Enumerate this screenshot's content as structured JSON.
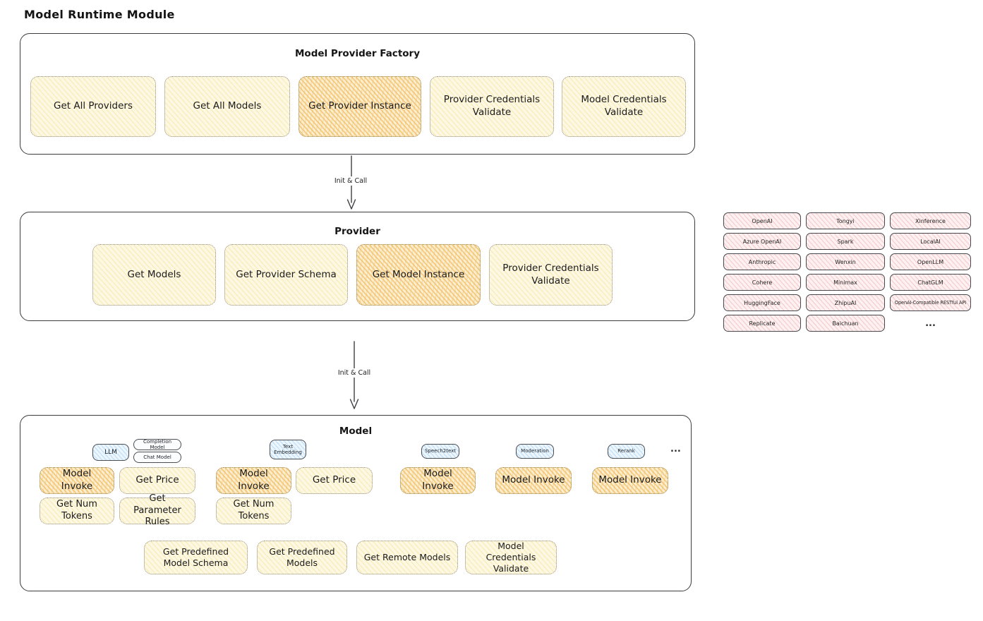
{
  "diagram_title": "Model Runtime Module",
  "colors": {
    "node_yellow": "#fdf8e4",
    "node_orange_highlight": "#f5cf8e",
    "provider_pink": "#fdf1f1",
    "tag_blue": "#eef6fd",
    "stroke": "#3a3c40"
  },
  "arrows": {
    "label1": "Init & Call",
    "label2": "Init & Call"
  },
  "factory": {
    "title": "Model Provider Factory",
    "buttons": [
      {
        "label": "Get All Providers",
        "highlighted": false
      },
      {
        "label": "Get All Models",
        "highlighted": false
      },
      {
        "label": "Get Provider Instance",
        "highlighted": true
      },
      {
        "label": "Provider Credentials Validate",
        "highlighted": false
      },
      {
        "label": "Model Credentials Validate",
        "highlighted": false
      }
    ]
  },
  "provider": {
    "title": "Provider",
    "buttons": [
      {
        "label": "Get Models",
        "highlighted": false
      },
      {
        "label": "Get Provider Schema",
        "highlighted": false
      },
      {
        "label": "Get Model Instance",
        "highlighted": true
      },
      {
        "label": "Provider Credentials Validate",
        "highlighted": false
      }
    ]
  },
  "providers_grid": {
    "col1": [
      "OpenAI",
      "Azure OpenAI",
      "Anthropic",
      "Cohere",
      "HuggingFace",
      "Replicate"
    ],
    "col2": [
      "Tongyi",
      "Spark",
      "Wenxin",
      "Minimax",
      "ZhipuAI",
      "Baichuan"
    ],
    "col3": [
      "Xinference",
      "LocalAI",
      "OpenLLM",
      "ChatGLM",
      "OpenAI-Compatible RESTful API"
    ],
    "ellipsis": "..."
  },
  "model": {
    "title": "Model",
    "tags": {
      "llm": "LLM",
      "completion_model": "Completion Model",
      "chat_model": "Chat Model",
      "text_embedding": "Text Embedding",
      "speech2text": "Speech2text",
      "moderation": "Moderation",
      "rerank": "Rerank",
      "ellipsis": "..."
    },
    "buttons": {
      "llm_model_invoke": "Model Invoke",
      "llm_get_price": "Get Price",
      "llm_get_num_tokens": "Get Num Tokens",
      "llm_get_parameter_rules": "Get Parameter Rules",
      "embedding_model_invoke": "Model Invoke",
      "embedding_get_price": "Get Price",
      "embedding_get_num_tokens": "Get Num Tokens",
      "speech2text_model_invoke": "Model Invoke",
      "moderation_model_invoke": "Model Invoke",
      "rerank_model_invoke": "Model Invoke"
    },
    "bottom_buttons": [
      "Get Predefined Model Schema",
      "Get Predefined Models",
      "Get Remote Models",
      "Model Credentials Validate"
    ]
  }
}
